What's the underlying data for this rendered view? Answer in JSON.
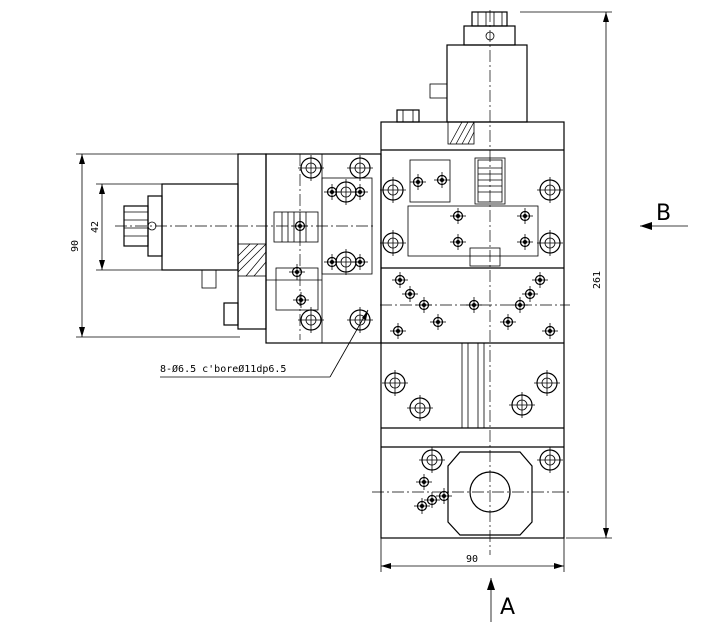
{
  "dimensions": {
    "height_overall": "261",
    "width_bottom": "90",
    "motor_height": "90",
    "motor_flange": "42"
  },
  "note": "8-Ø6.5 c'boreØ11dp6.5",
  "views": {
    "view_b": "B",
    "view_a": "A"
  }
}
